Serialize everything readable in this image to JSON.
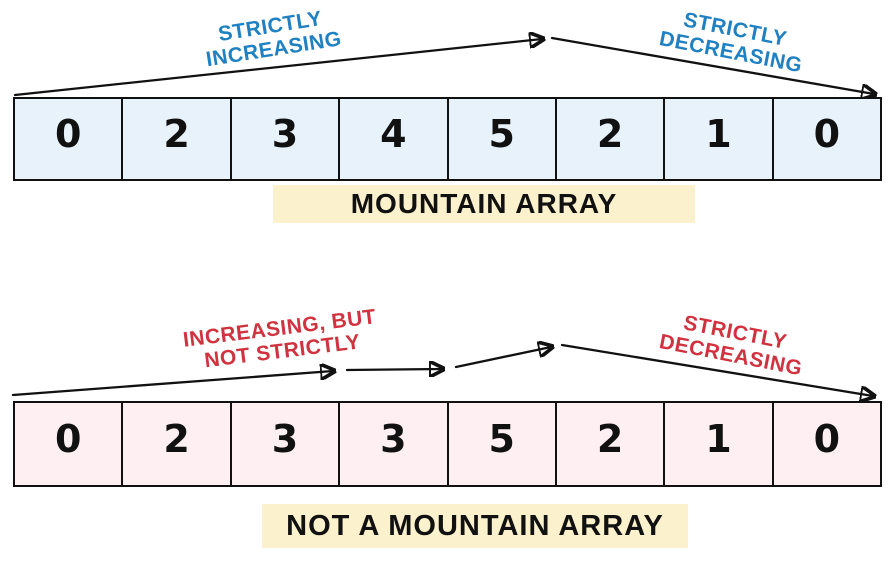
{
  "colors": {
    "blue": "#1f80c2",
    "red": "#d0333f",
    "mountain_cell_bg": "#e8f2fa",
    "not_mountain_cell_bg": "#fdeff2",
    "title_bg": "#fcf1cd",
    "ink": "#111111"
  },
  "mountain": {
    "title": "MOUNTAIN ARRAY",
    "values": [
      "0",
      "2",
      "3",
      "4",
      "5",
      "2",
      "1",
      "0"
    ],
    "left_annotation": {
      "line1": "STRICTLY",
      "line2": "INCREASING"
    },
    "right_annotation": {
      "line1": "STRICTLY",
      "line2": "DECREASING"
    }
  },
  "not_mountain": {
    "title": "NOT A MOUNTAIN ARRAY",
    "values": [
      "0",
      "2",
      "3",
      "3",
      "5",
      "2",
      "1",
      "0"
    ],
    "left_annotation": {
      "line1": "INCREASING, BUT",
      "line2": "NOT STRICTLY"
    },
    "right_annotation": {
      "line1": "STRICTLY",
      "line2": "DECREASING"
    }
  },
  "chart_data": {
    "type": "table",
    "title": "Mountain Array vs Not a Mountain Array",
    "series": [
      {
        "name": "MOUNTAIN ARRAY",
        "values": [
          0,
          2,
          3,
          4,
          5,
          2,
          1,
          0
        ]
      },
      {
        "name": "NOT A MOUNTAIN ARRAY",
        "values": [
          0,
          2,
          3,
          3,
          5,
          2,
          1,
          0
        ]
      }
    ]
  }
}
